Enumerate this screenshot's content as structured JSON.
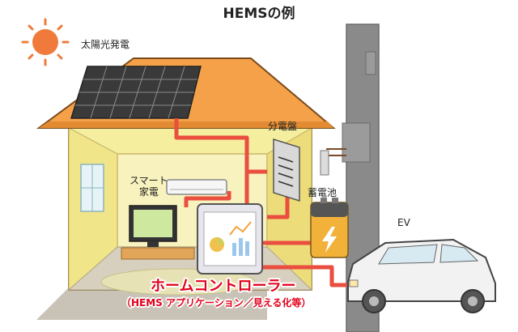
{
  "title": "HEMSの例",
  "labels": {
    "solar": "太陽光発電",
    "distribution_panel": "分電盤",
    "smart_appliance_line1": "スマート",
    "smart_appliance_line2": "家電",
    "storage_battery": "蓄電池",
    "ev": "EV",
    "home_controller": "ホームコントローラー",
    "home_controller_sub": "（HEMS アプリケーション／見える化等）"
  },
  "colors": {
    "power_line": "#e94e3f",
    "label_accent": "#e3001b",
    "roof": "#f5a14a",
    "wall": "#f7f0a8",
    "sun": "#f07a3b"
  },
  "icons": [
    "sun-icon",
    "solar-panel-icon",
    "distribution-panel-icon",
    "battery-icon",
    "air-conditioner-icon",
    "tv-icon",
    "controller-icon",
    "ev-car-icon",
    "utility-pole-icon"
  ]
}
